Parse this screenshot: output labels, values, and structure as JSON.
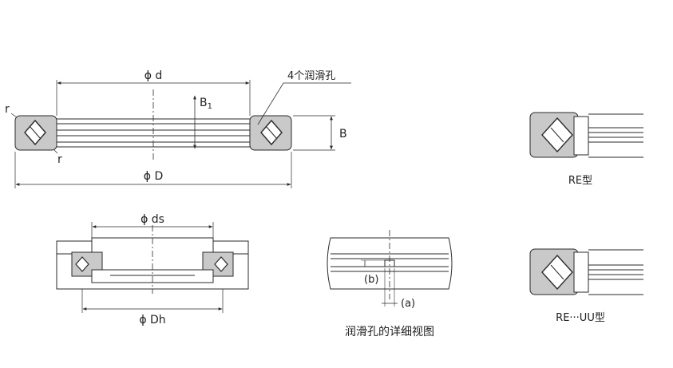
{
  "main_view": {
    "phi_d": "ϕ d",
    "phi_D": "ϕ D",
    "B1_base": "B",
    "B1_sub": "1",
    "B": "B",
    "r_top": "r",
    "r_bottom": "r",
    "lube_holes_note": "4个润滑孔"
  },
  "housing_view": {
    "phi_ds": "ϕ ds",
    "phi_Dh": "ϕ Dh"
  },
  "lube_detail": {
    "label_b": "(b)",
    "label_a": "(a)",
    "caption": "润滑孔的详细视图"
  },
  "variants": [
    {
      "caption": "RE型"
    },
    {
      "caption": "RE···UU型"
    }
  ],
  "colors": {
    "line": "#2a2a2a",
    "section_fill": "#c9c9c9",
    "background": "#ffffff"
  }
}
